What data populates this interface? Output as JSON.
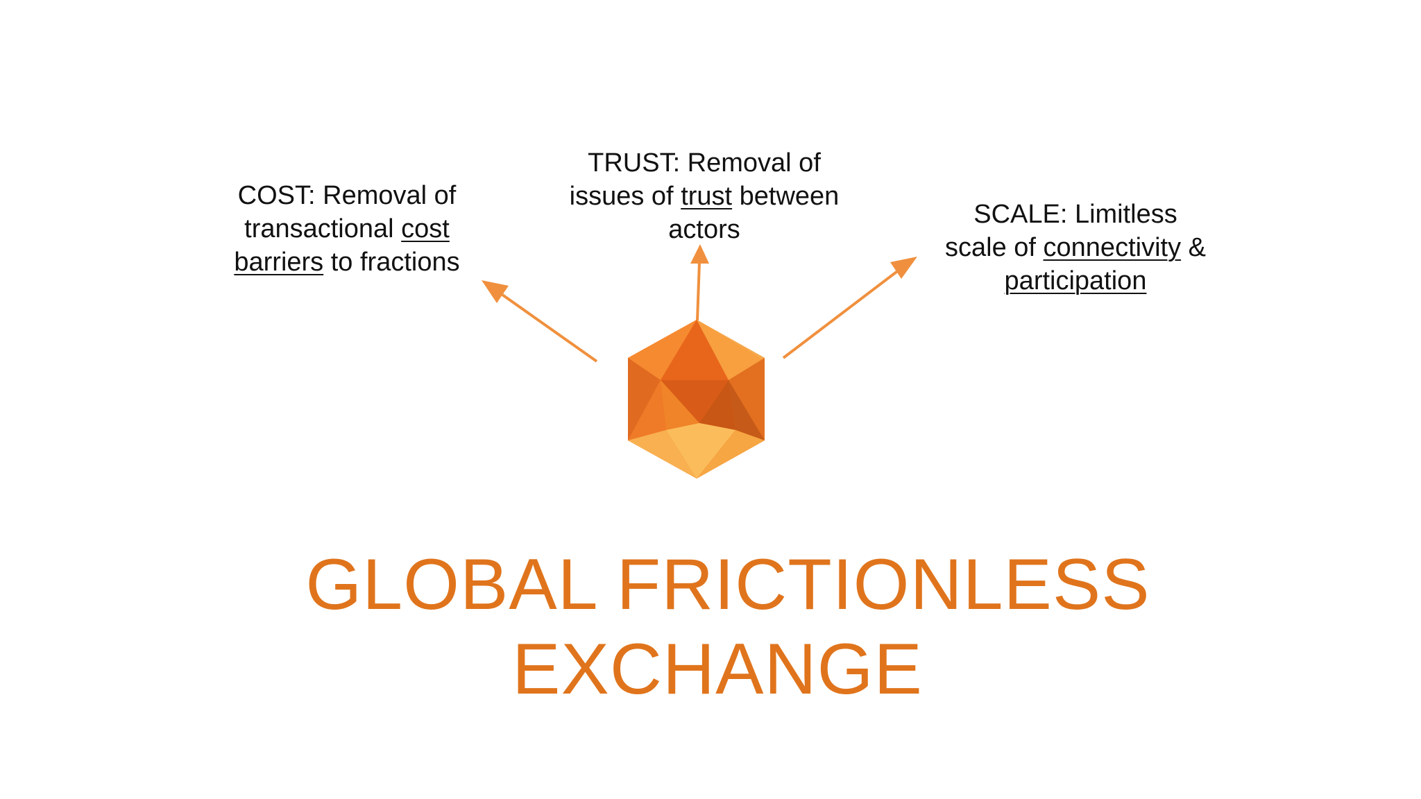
{
  "callouts": {
    "cost": {
      "line1": "COST: Removal of",
      "line2_pre": "transactional ",
      "line2_u": "cost",
      "line3_u": "barriers",
      "line3_post": " to fractions"
    },
    "trust": {
      "line1": "TRUST: Removal of",
      "line2_pre": "issues of ",
      "line2_u": "trust",
      "line2_post": " between",
      "line3": "actors"
    },
    "scale": {
      "line1": "SCALE: Limitless",
      "line2_pre": "scale of ",
      "line2_u": "connectivity",
      "line2_post": " &",
      "line3_u": "participation"
    }
  },
  "title": {
    "line1": "GLOBAL FRICTIONLESS",
    "line2": "EXCHANGE"
  },
  "colors": {
    "accent": "#e0741c",
    "arrow": "#f0903e",
    "text": "#111111"
  },
  "icons": {
    "center": "orange-polyhedron-icon"
  }
}
